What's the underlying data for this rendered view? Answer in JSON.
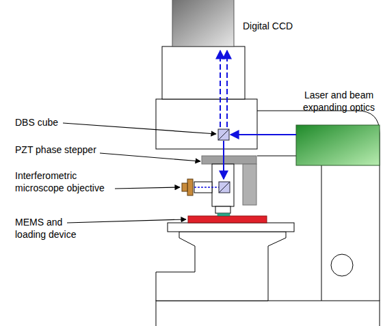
{
  "diagram": {
    "labels": [
      "Digital CCD",
      "Laser and beam expanding optics",
      "DBS cube",
      "PZT phase stepper",
      "Interferometric microscope objective",
      "MEMS and loading device"
    ]
  }
}
